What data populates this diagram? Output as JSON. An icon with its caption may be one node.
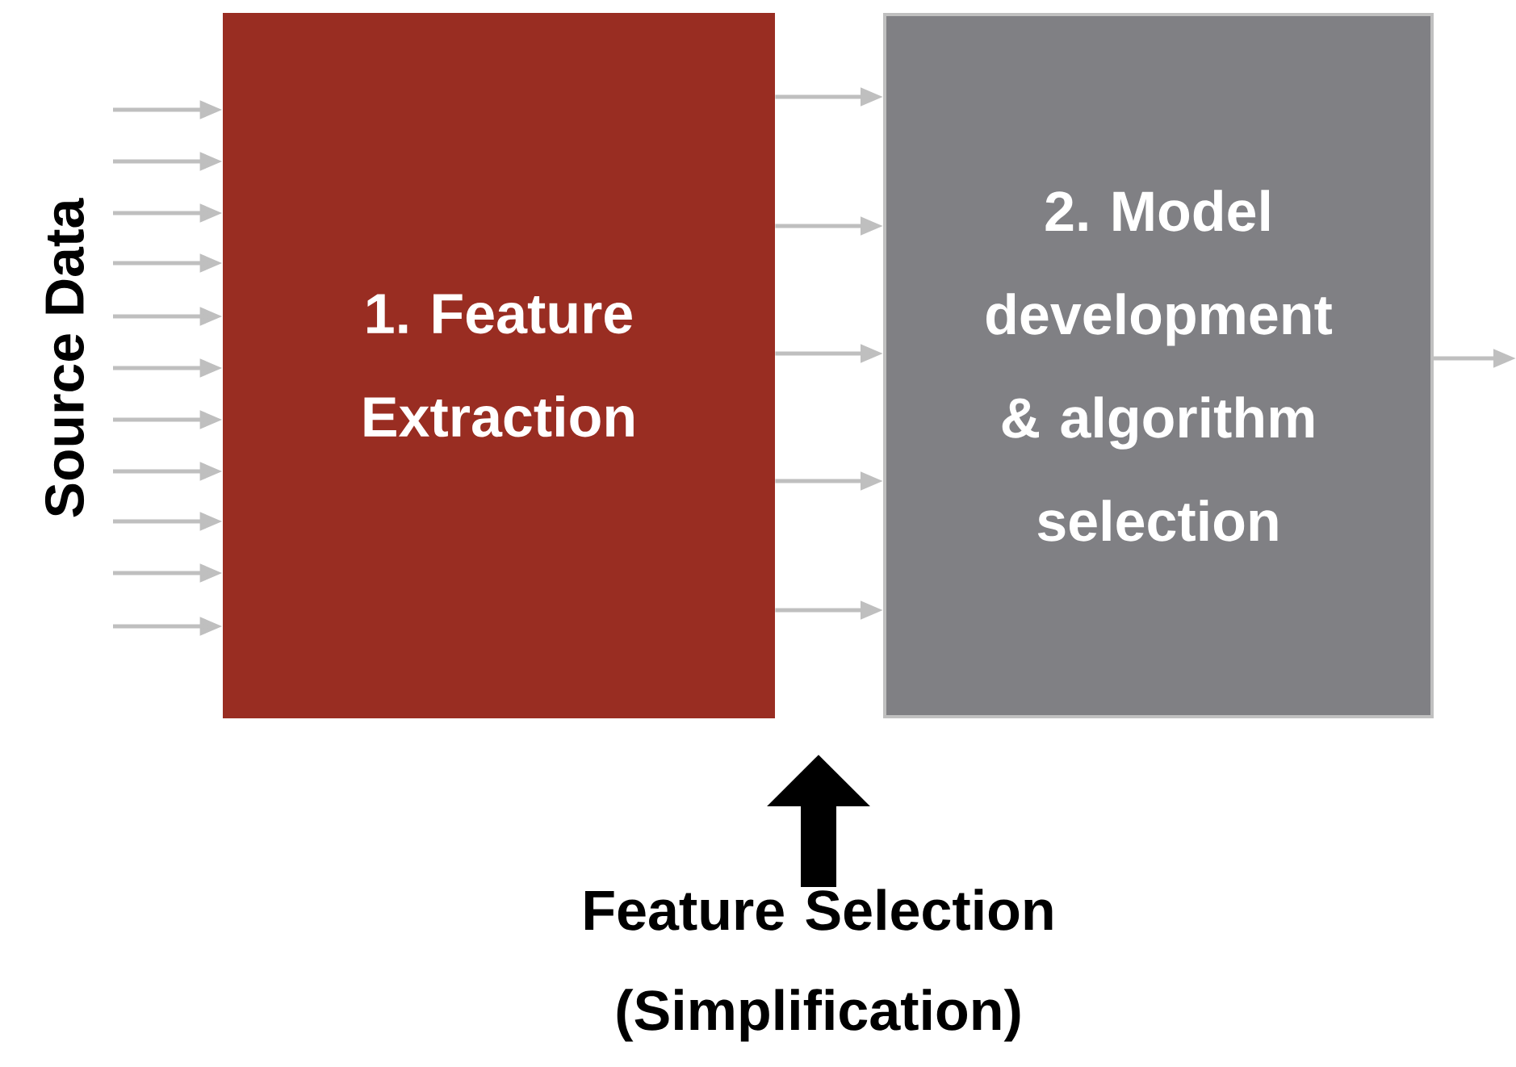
{
  "diagram": {
    "nodes": [
      {
        "text": [
          "1. Feature Extraction"
        ]
      },
      {
        "text": [
          "2. Model development & algorithm selection"
        ]
      },
      {
        "text": [
          "Feature Selection (Simplification)"
        ]
      }
    ],
    "edges": [
      {
        "from": null,
        "to": 0,
        "arrow": "to"
      },
      {
        "from": null,
        "to": 0,
        "arrow": "to"
      },
      {
        "from": null,
        "to": 0,
        "arrow": "to"
      },
      {
        "from": null,
        "to": 0,
        "arrow": "to"
      },
      {
        "from": null,
        "to": 0,
        "arrow": "to"
      },
      {
        "from": null,
        "to": 0,
        "arrow": "to"
      },
      {
        "from": null,
        "to": 0,
        "arrow": "to"
      },
      {
        "from": null,
        "to": 0,
        "arrow": "to"
      },
      {
        "from": null,
        "to": 0,
        "arrow": "to"
      },
      {
        "from": null,
        "to": 0,
        "arrow": "to"
      },
      {
        "from": null,
        "to": 0,
        "arrow": "to"
      },
      {
        "from": 0,
        "to": 1,
        "arrow": "to"
      },
      {
        "from": 0,
        "to": 1,
        "arrow": "to"
      },
      {
        "from": 0,
        "to": 1,
        "arrow": "to"
      },
      {
        "from": 0,
        "to": 1,
        "arrow": "to"
      },
      {
        "from": 0,
        "to": 1,
        "arrow": "to"
      },
      {
        "from": 1,
        "to": null,
        "arrow": "to"
      },
      {
        "from": 2,
        "to": null,
        "arrow": "to",
        "style": "thick",
        "color": "#000000"
      }
    ],
    "labels": [
      "Source Data"
    ]
  }
}
